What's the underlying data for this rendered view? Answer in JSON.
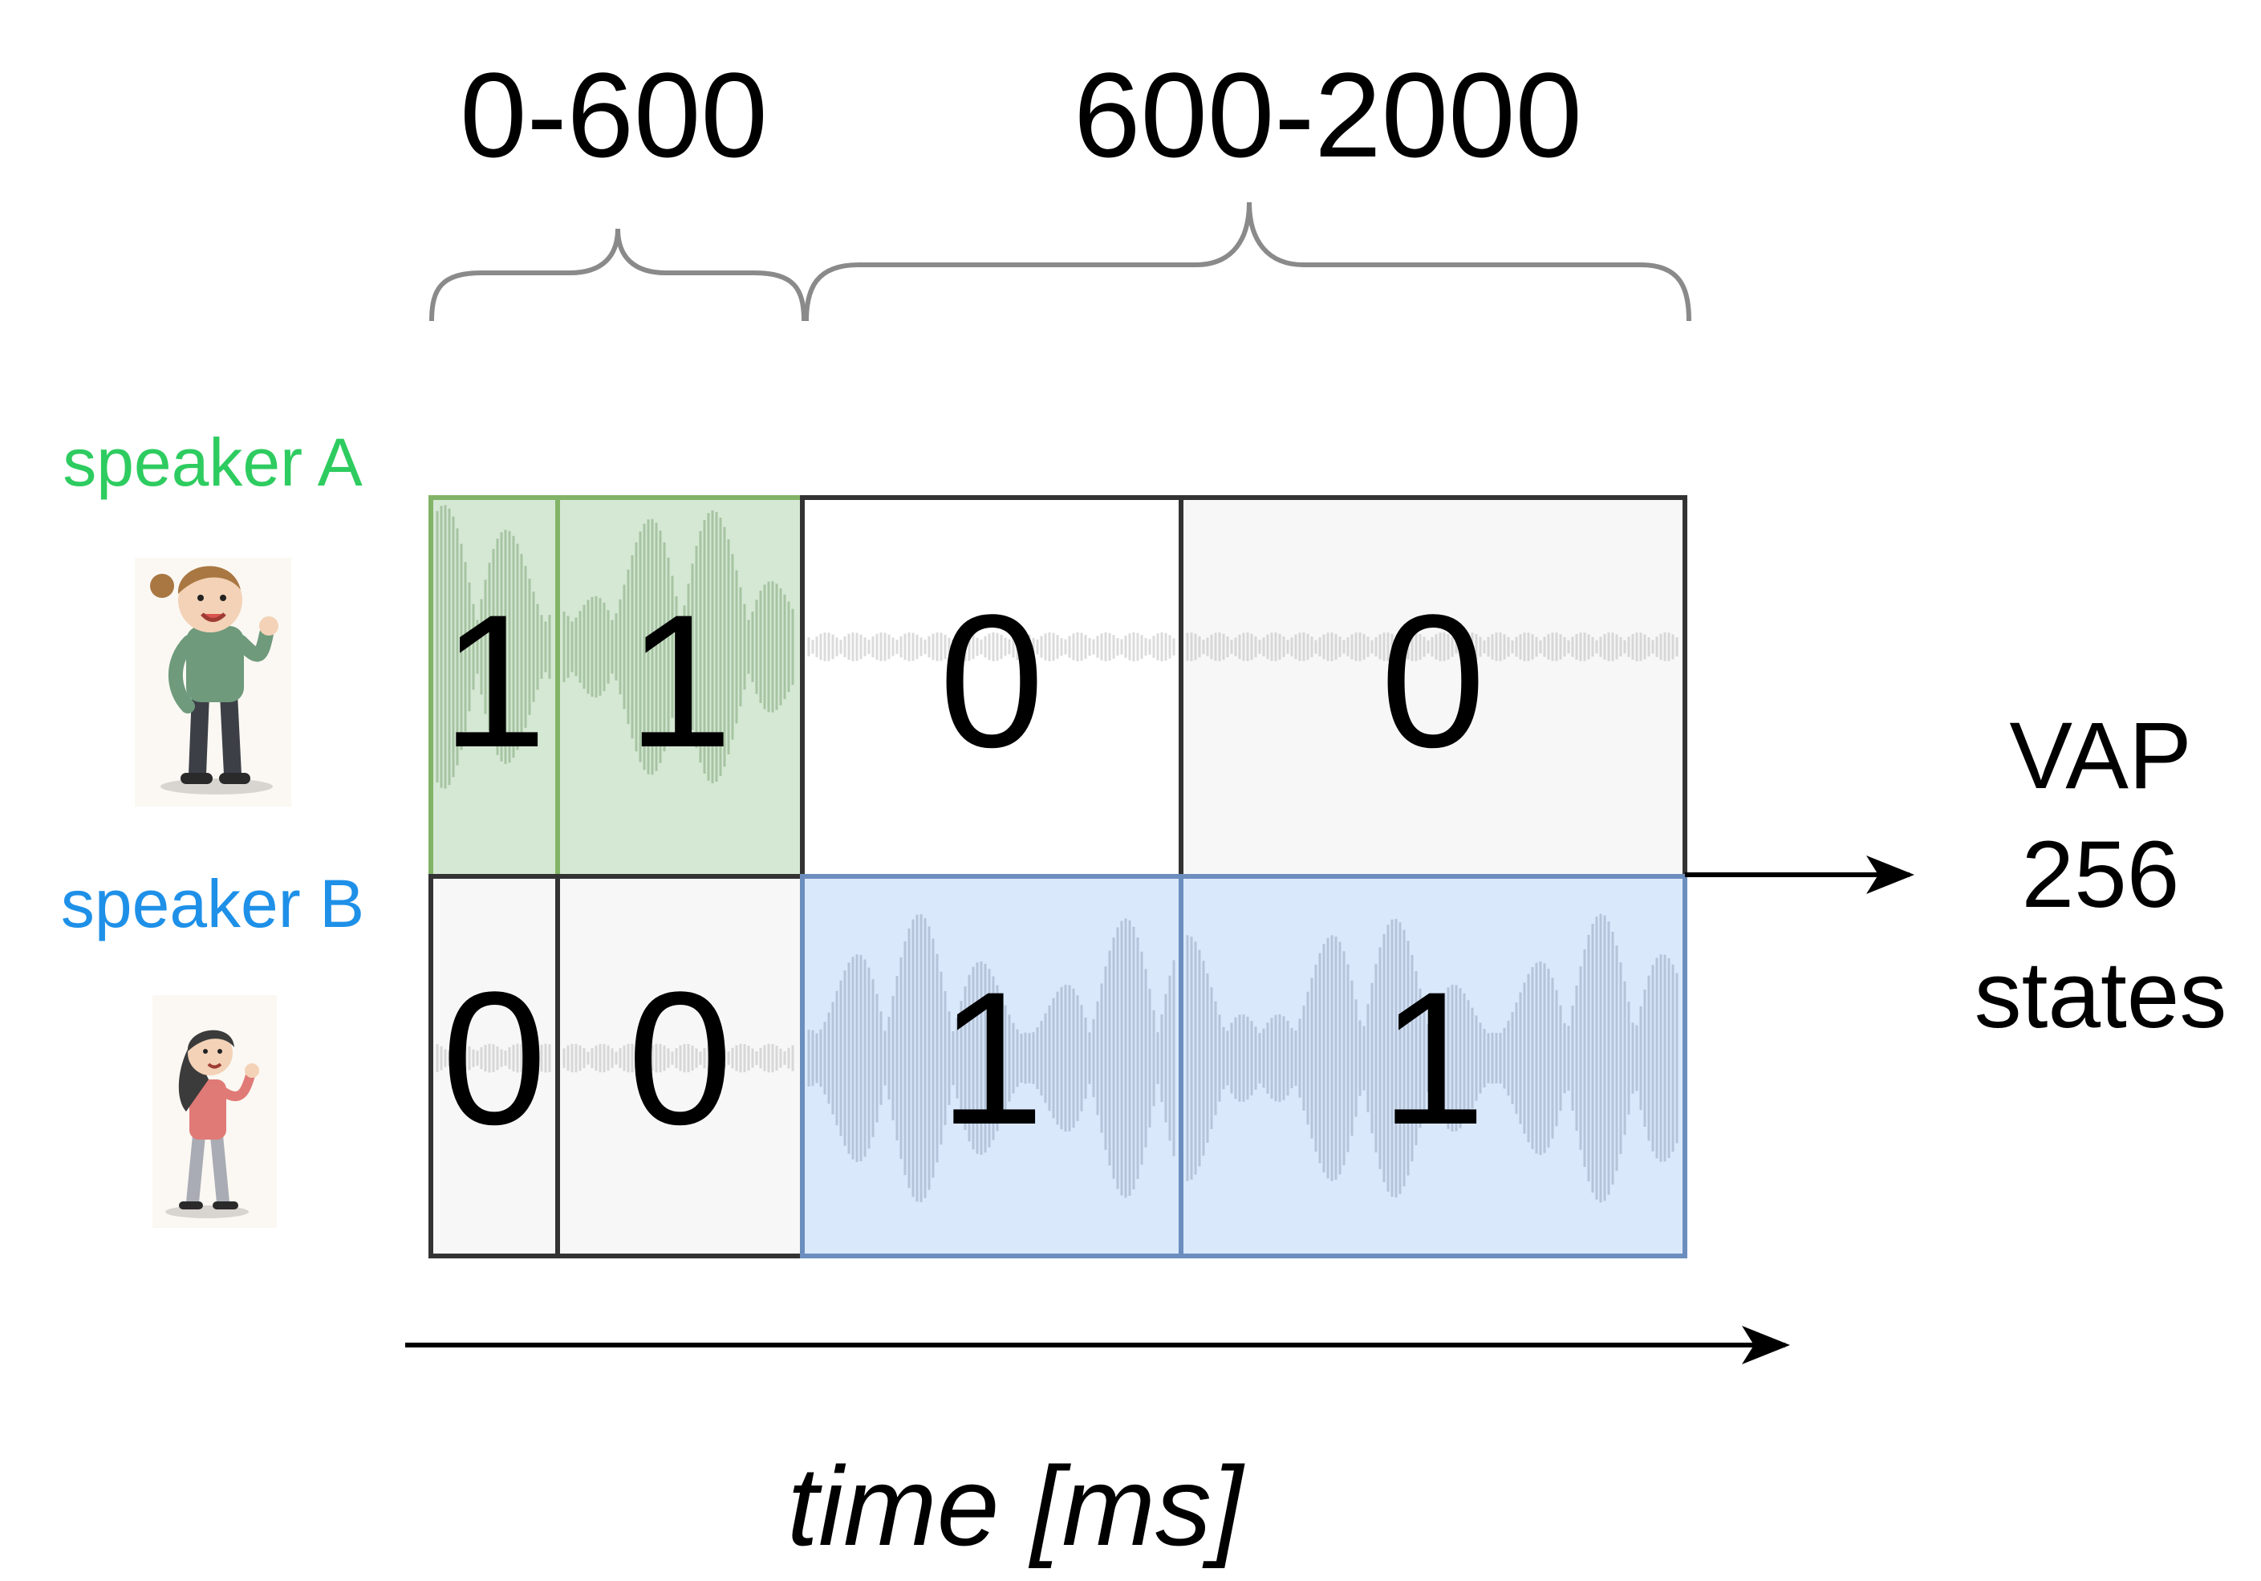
{
  "ranges": {
    "short": "0-600",
    "long": "600-2000"
  },
  "speakers": {
    "a": {
      "label": "speaker A",
      "color": "#2ecc60",
      "bits": [
        "1",
        "1",
        "0",
        "0"
      ],
      "active_fill": "#d5e8d4",
      "active_stroke": "#82b366"
    },
    "b": {
      "label": "speaker B",
      "color": "#1e90e8",
      "bits": [
        "0",
        "0",
        "1",
        "1"
      ],
      "active_fill": "#dae8fc",
      "active_stroke": "#6c8ebf"
    }
  },
  "output": {
    "line1": "VAP",
    "line2": "256",
    "line3": "states"
  },
  "time_axis": {
    "label": "time [ms]"
  },
  "icons": {
    "speaker_a": "boy-waving-icon",
    "speaker_b": "girl-talking-icon"
  }
}
